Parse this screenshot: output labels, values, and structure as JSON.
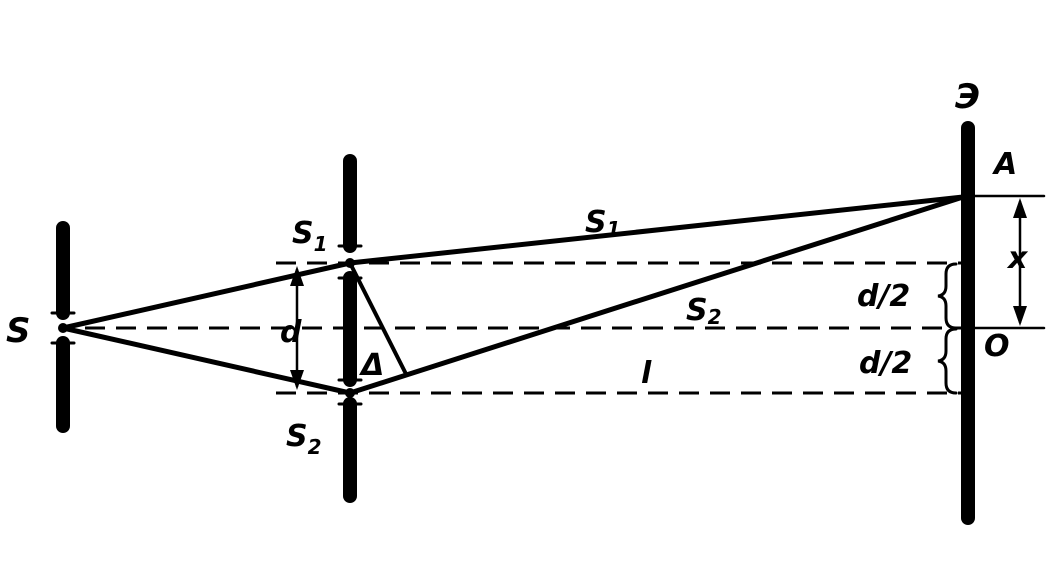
{
  "labels": {
    "source": "S",
    "slit1_main": "S",
    "slit1_sub": "1",
    "slit2_main": "S",
    "slit2_sub": "2",
    "slit_separation": "d",
    "path_difference": "Δ",
    "path1_main": "S",
    "path1_sub": "1",
    "path2_main": "S",
    "path2_sub": "2",
    "distance": "l",
    "screen": "Э",
    "point_a": "A",
    "offset": "x",
    "half_separation_upper": "d/2",
    "half_separation_lower": "d/2",
    "center_point": "O"
  },
  "colors": {
    "ink": "#000000",
    "background": "#ffffff"
  }
}
